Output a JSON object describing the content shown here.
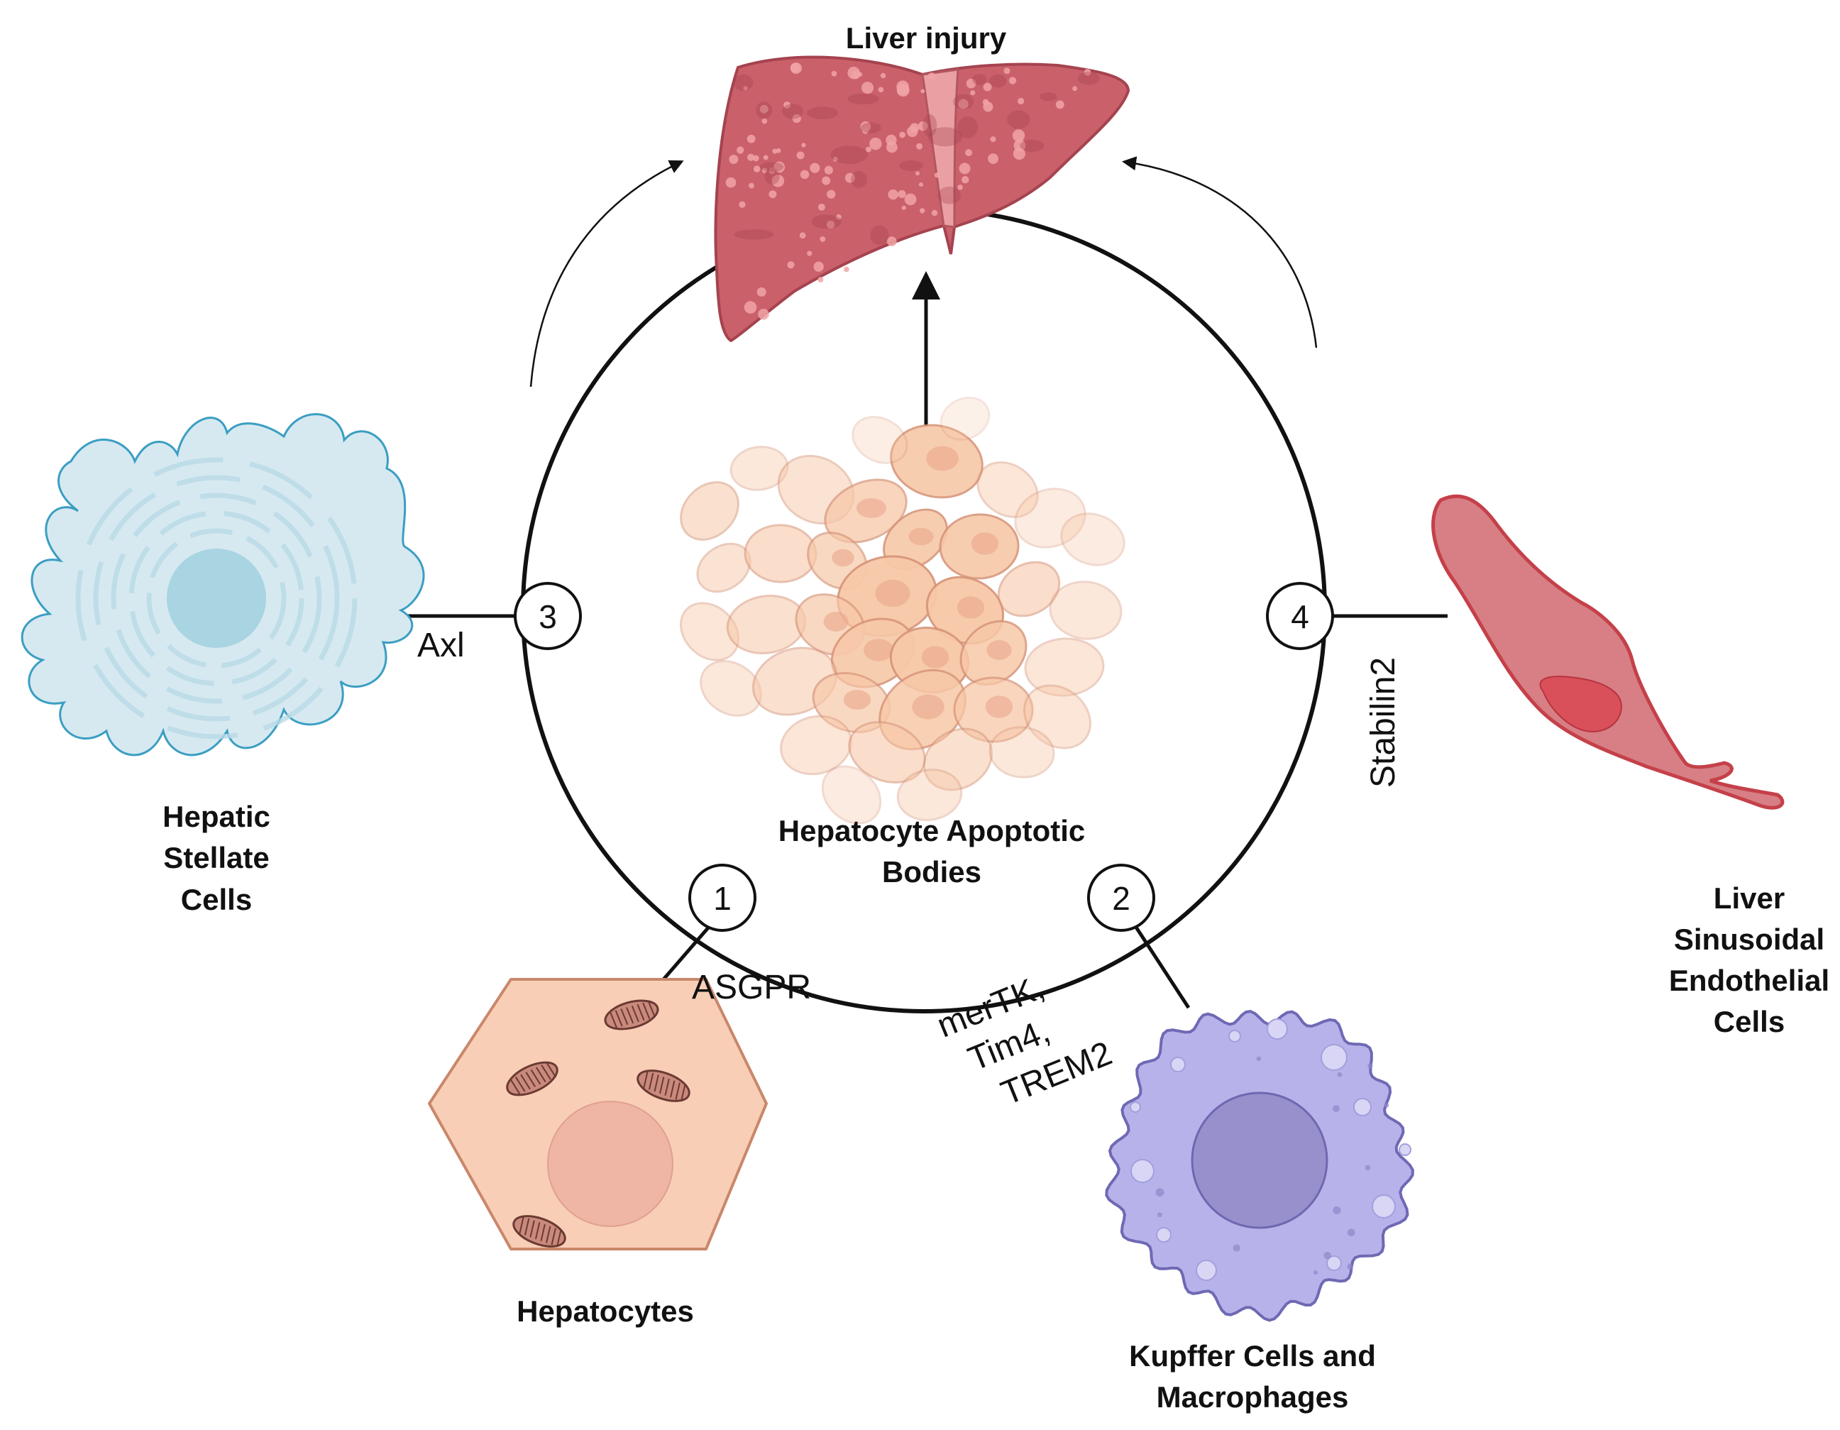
{
  "top_label": "Liver injury",
  "center": {
    "line1": "Hepatocyte Apoptotic",
    "line2": "Bodies"
  },
  "nodes": [
    {
      "number": "1",
      "receptor": "ASGPR",
      "cell_lines": [
        "Hepatocytes"
      ]
    },
    {
      "number": "2",
      "receptor_lines": [
        "merTK,",
        "Tim4,",
        "TREM2"
      ],
      "cell_lines": [
        "Kupffer Cells and",
        "Macrophages"
      ]
    },
    {
      "number": "3",
      "receptor": "Axl",
      "cell_lines": [
        "Hepatic",
        "Stellate",
        "Cells"
      ]
    },
    {
      "number": "4",
      "receptor": "Stabilin2",
      "cell_lines": [
        "Liver",
        "Sinusoidal",
        "Endothelial",
        "Cells"
      ]
    }
  ],
  "colors": {
    "liver_fill": "#c9606a",
    "liver_dark": "#a5434f",
    "apoptotic_fill": "#f7c8a8",
    "apoptotic_stroke": "#d8967a",
    "stellate_fill": "#d6e9f1",
    "stellate_stroke": "#3b9ec2",
    "stellate_nucleus": "#a9d4e2",
    "hepatocyte_fill": "#f8cfb6",
    "hepatocyte_stroke": "#c9876a",
    "hepatocyte_nucleus": "#efb5a5",
    "mito_fill": "#c98a7d",
    "mito_stroke": "#6b3a33",
    "kupffer_fill": "#b7b3ea",
    "kupffer_stroke": "#6f69b4",
    "kupffer_nucleus": "#9890cc",
    "lsec_fill": "#d77f84",
    "lsec_stroke": "#c54049",
    "lsec_nucleus": "#d9505a",
    "line": "#111111"
  }
}
